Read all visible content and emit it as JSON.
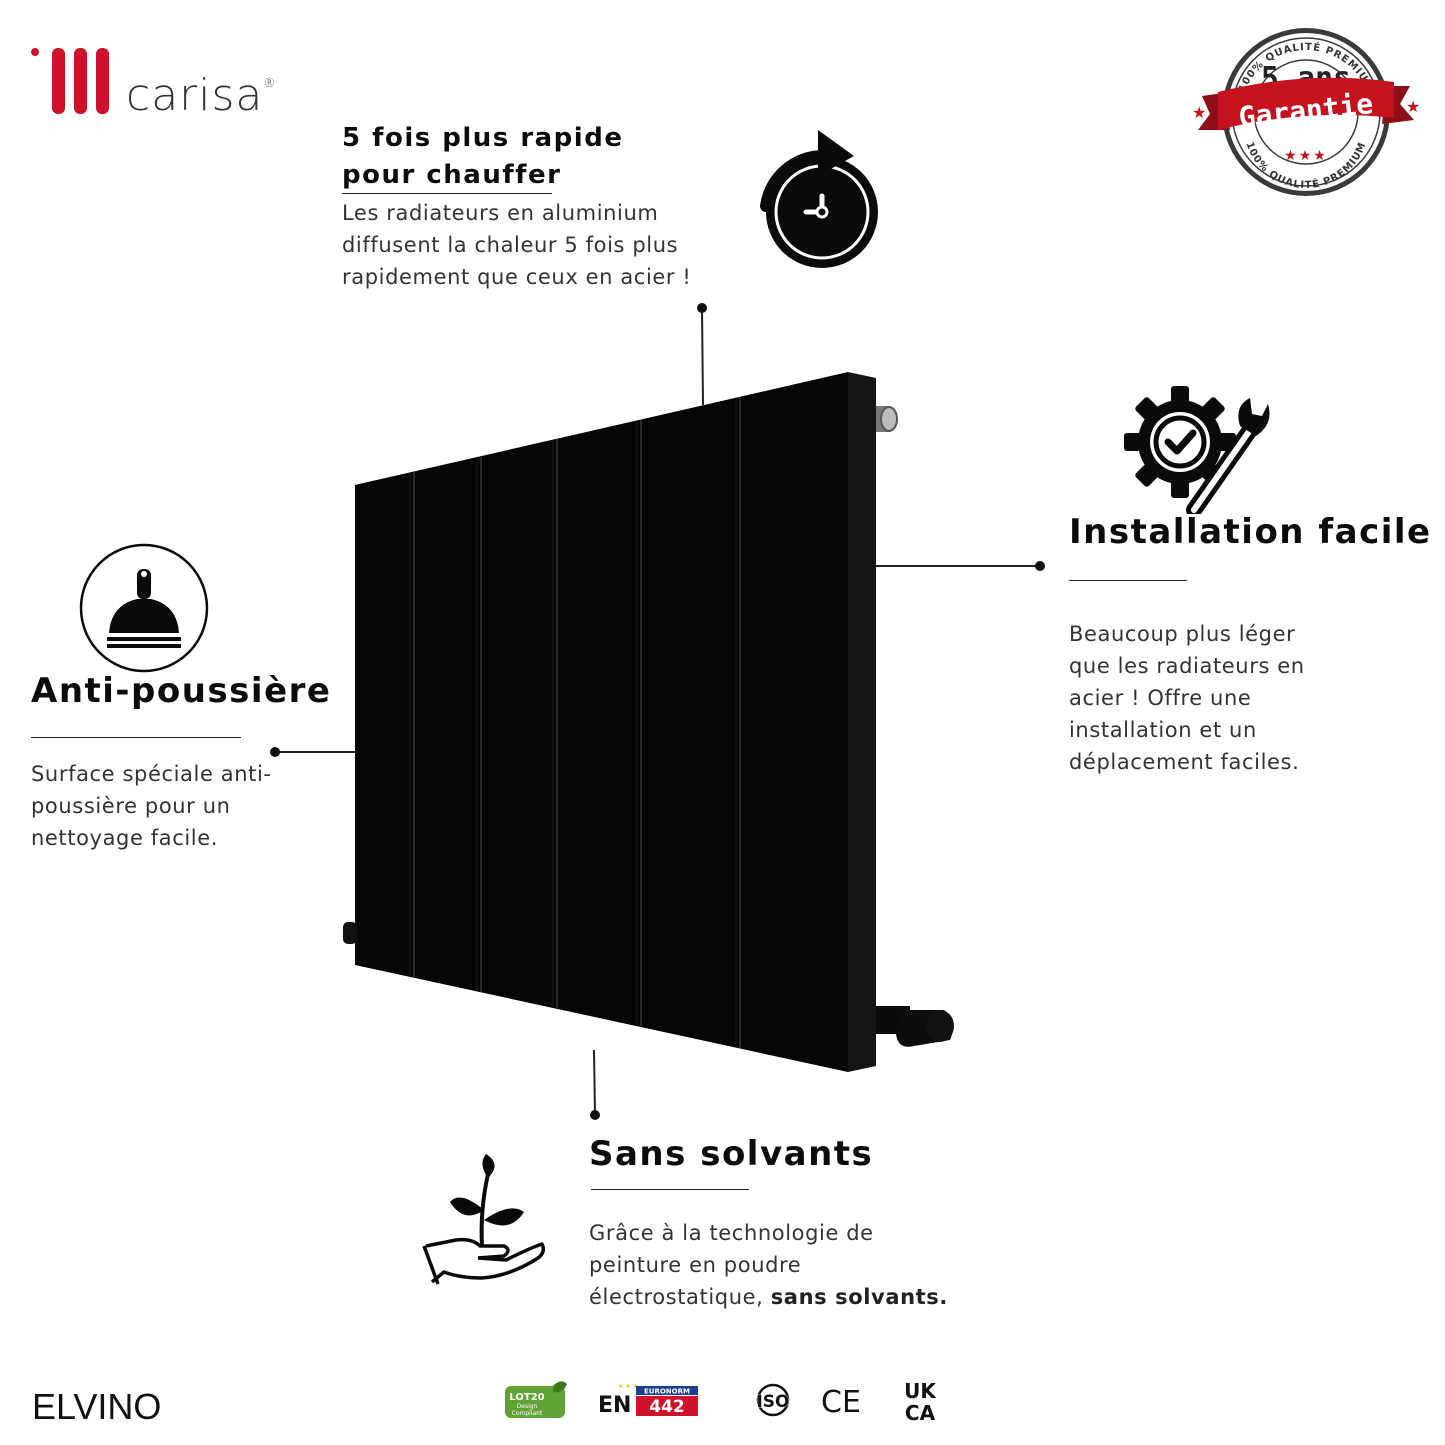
{
  "brand": {
    "name": "carisa",
    "registered": "®",
    "accent": "#d0112b"
  },
  "badge": {
    "years": "5 ans",
    "label": "Garantie",
    "ring_text": "100% QUALITÉ PREMIUM",
    "ribbon_color": "#c4121f"
  },
  "features": {
    "rapid": {
      "title_line1": "5 fois plus rapide",
      "title_line2": "pour chauffer",
      "desc": [
        "Les radiateurs en aluminium",
        "diffusent la chaleur 5 fois plus",
        "rapidement que ceux en acier !"
      ],
      "icon": "fast-heat-clock-icon"
    },
    "install": {
      "title": "Installation facile",
      "desc": [
        "Beaucoup plus léger",
        "que les radiateurs en",
        "acier ! Offre une",
        "installation et un",
        "déplacement faciles."
      ],
      "icon": "gear-wrench-check-icon"
    },
    "dust": {
      "title": "Anti-poussière",
      "desc": [
        "Surface spéciale anti-",
        "poussière pour un",
        "nettoyage facile."
      ],
      "icon": "duster-icon"
    },
    "solvent": {
      "title": "Sans solvants",
      "desc": [
        "Grâce à la technologie de",
        "peinture en poudre"
      ],
      "desc_last_prefix": "électrostatique, ",
      "desc_last_bold": "sans solvants.",
      "icon": "plant-in-hand-icon"
    }
  },
  "product": {
    "name": "ELVINO",
    "color": "#050505"
  },
  "certifications": {
    "lot20": {
      "line1": "LOT20",
      "line2": "Design",
      "line3": "Compliant"
    },
    "en442": {
      "prefix": "EN",
      "top": "EURONORM",
      "number": "442"
    },
    "iso": "ISO",
    "ce": "CE",
    "ukca": {
      "line1": "UK",
      "line2": "CA"
    }
  }
}
